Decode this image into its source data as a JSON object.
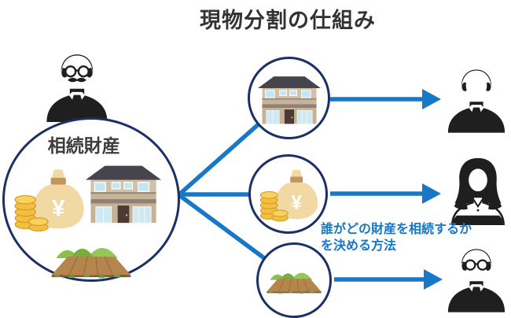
{
  "title": "現物分割の仕組み",
  "deceased": {
    "icon": "elderly-man-icon"
  },
  "estate": {
    "label": "相続財産",
    "money_symbol": "¥",
    "items": [
      "money-bag-with-coins",
      "house",
      "farmland"
    ]
  },
  "branches": [
    {
      "asset": "house",
      "heir": "young-man"
    },
    {
      "asset": "money-bag-with-coins",
      "money_symbol": "¥",
      "heir": "woman"
    },
    {
      "asset": "farmland",
      "heir": "man-with-glasses"
    }
  ],
  "annotation": {
    "line1": "誰がどの財産を相続するか",
    "line2": "を決める方法"
  },
  "colors": {
    "arrow_blue": "#1878c8",
    "circle_border_navy": "#1b3066",
    "annotation_blue": "#1577c8",
    "title_text": "#333333",
    "estate_label_text": "#3d3d3d",
    "coin_gold": "#f3bf3f",
    "bag_tan": "#f2d9a4",
    "field_brown": "#b5854e",
    "hill_green": "#85bb4a",
    "roof_gray": "#46454e",
    "wall_beige": "#cdbaa1",
    "silhouette_black": "#1f1f1f"
  }
}
